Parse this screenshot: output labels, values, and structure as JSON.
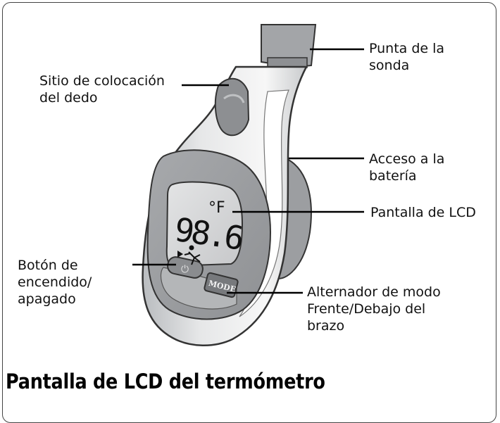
{
  "labels": {
    "probe_tip": [
      "Punta de la",
      "sonda"
    ],
    "finger_site": [
      "Sitio de colocación",
      "del dedo"
    ],
    "battery_access": [
      "Acceso a la",
      "batería"
    ],
    "lcd_screen": "Pantalla de LCD",
    "power_button": [
      "Botón de",
      "encendido/",
      "apagado"
    ],
    "mode_switch": [
      "Alternador de modo",
      "Frente/Debajo del",
      "brazo"
    ]
  },
  "device": {
    "display_reading": "98.6",
    "display_unit": "°F",
    "power_symbol": "⏻",
    "mode_button_text": "MODE"
  },
  "title": "Pantalla de LCD del termómetro"
}
